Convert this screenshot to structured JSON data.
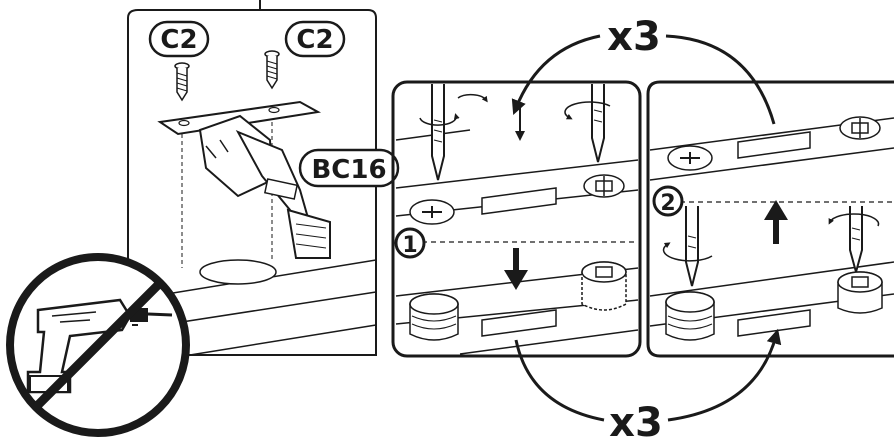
{
  "labels": {
    "c2_left": "C2",
    "c2_right": "C2",
    "bc16": "BC16",
    "step1": "1",
    "step2": "2",
    "repeat_top": "x3",
    "repeat_bottom": "x3"
  },
  "icons": {
    "no_drill": "no-power-drill-icon",
    "hinge": "hinge-icon",
    "screw": "screw-icon",
    "screwdriver": "screwdriver-icon",
    "cam_lock": "cam-lock-icon"
  },
  "colors": {
    "line": "#1a1a1a",
    "panel_shade": "#f2f2f2"
  }
}
